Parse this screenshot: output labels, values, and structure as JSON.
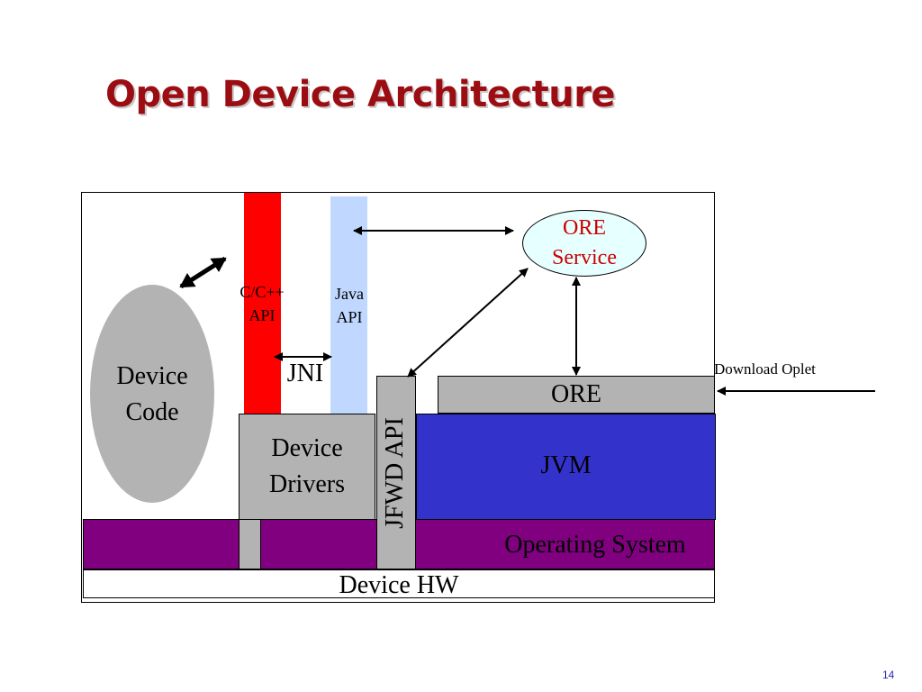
{
  "slide": {
    "title": "Open Device Architecture",
    "page_number": "14"
  },
  "diagram": {
    "device_code": [
      "Device",
      "Code"
    ],
    "cpp_api": [
      "C/C++",
      "API"
    ],
    "java_api": [
      "Java",
      "API"
    ],
    "jni": "JNI",
    "ore_service": [
      "ORE",
      "Service"
    ],
    "download_oplet": "Download Oplet",
    "ore": "ORE",
    "jfwd_api": "JFWD API",
    "device_drivers": [
      "Device",
      "Drivers"
    ],
    "jvm": "JVM",
    "operating_system": "Operating System",
    "device_hw": "Device HW"
  },
  "colors": {
    "title": "#9b0d12",
    "cpp_api_bar": "#ff0000",
    "java_api_bar": "#c0d8ff",
    "jvm": "#3333cc",
    "operating_system": "#800080",
    "gray_components": "#b3b3b3",
    "ore_service_fill": "#e6ffff",
    "ore_service_text": "#cc0000",
    "page_number": "#2a2ab0"
  }
}
